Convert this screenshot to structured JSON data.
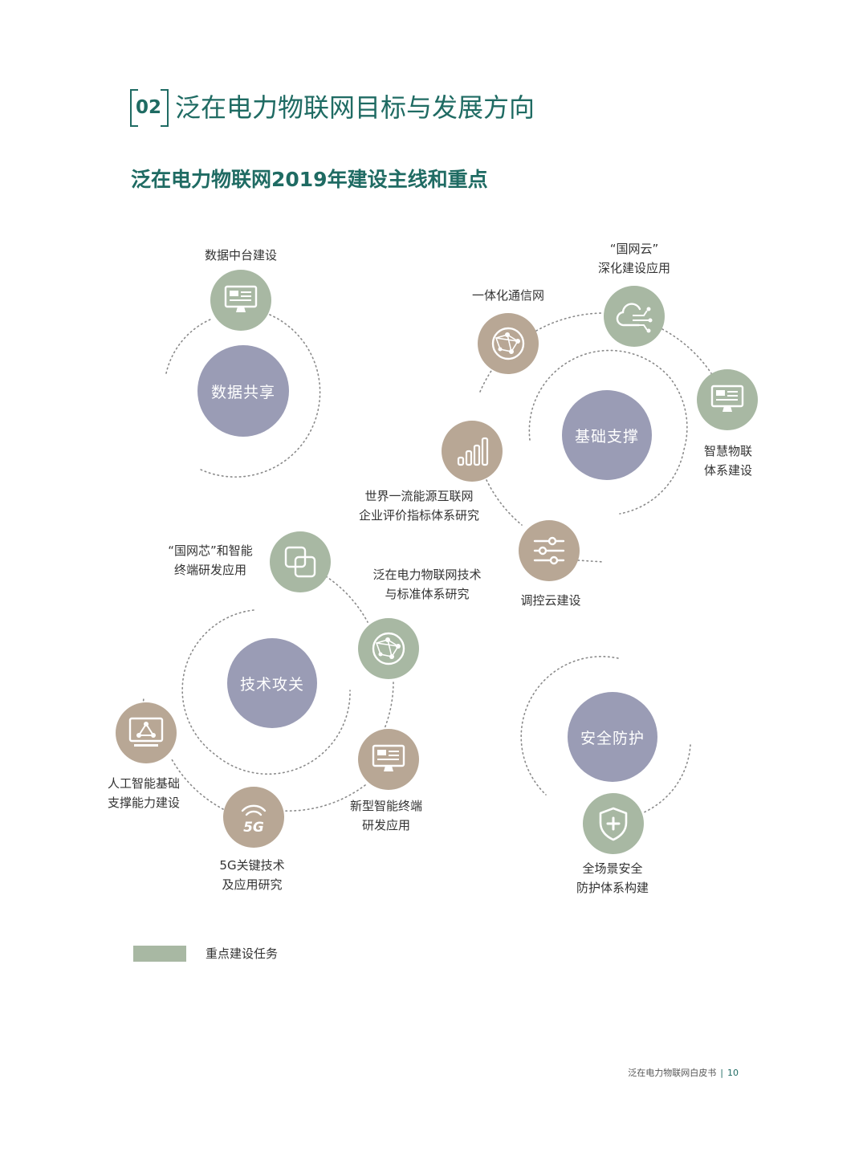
{
  "section": {
    "number": "02",
    "title": "泛在电力物联网目标与发展方向"
  },
  "subtitle": "泛在电力物联网2019年建设主线和重点",
  "clusters": {
    "data_sharing": {
      "core": "数据共享",
      "items": [
        {
          "label": "数据中台建设",
          "icon": "monitor-icon",
          "style": "green"
        }
      ]
    },
    "basic_support": {
      "core": "基础支撑",
      "items": [
        {
          "label": "一体化通信网",
          "icon": "globe-network-icon",
          "style": "tan"
        },
        {
          "label": "“国网云”\n深化建设应用",
          "icon": "cloud-circuit-icon",
          "style": "green"
        },
        {
          "label": "智慧物联\n体系建设",
          "icon": "monitor-icon",
          "style": "green"
        },
        {
          "label": "调控云建设",
          "icon": "sliders-icon",
          "style": "tan"
        },
        {
          "label": "世界一流能源互联网\n企业评价指标体系研究",
          "icon": "bar-chart-icon",
          "style": "tan"
        }
      ]
    },
    "tech_breakthrough": {
      "core": "技术攻关",
      "items": [
        {
          "label": "“国网芯”和智能\n终端研发应用",
          "icon": "chip-squares-icon",
          "style": "green"
        },
        {
          "label": "泛在电力物联网技术\n与标准体系研究",
          "icon": "globe-network-icon",
          "style": "green"
        },
        {
          "label": "新型智能终端\n研发应用",
          "icon": "monitor-icon",
          "style": "tan"
        },
        {
          "label": "5G关键技术\n及应用研究",
          "icon": "5g-icon",
          "icon_text": "5G",
          "style": "tan"
        },
        {
          "label": "人工智能基础\n支撑能力建设",
          "icon": "ai-monitor-icon",
          "style": "tan"
        }
      ]
    },
    "security": {
      "core": "安全防护",
      "items": [
        {
          "label": "全场景安全\n防护体系构建",
          "icon": "shield-icon",
          "style": "green"
        }
      ]
    }
  },
  "legend": {
    "label": "重点建设任务",
    "color": "#a8b8a3"
  },
  "colors": {
    "accent": "#1f6b63",
    "core": "#9a9cb5",
    "green": "#a8b8a3",
    "tan": "#b8a795"
  },
  "footer": {
    "doc_title": "泛在电力物联网白皮书",
    "page": "10"
  }
}
